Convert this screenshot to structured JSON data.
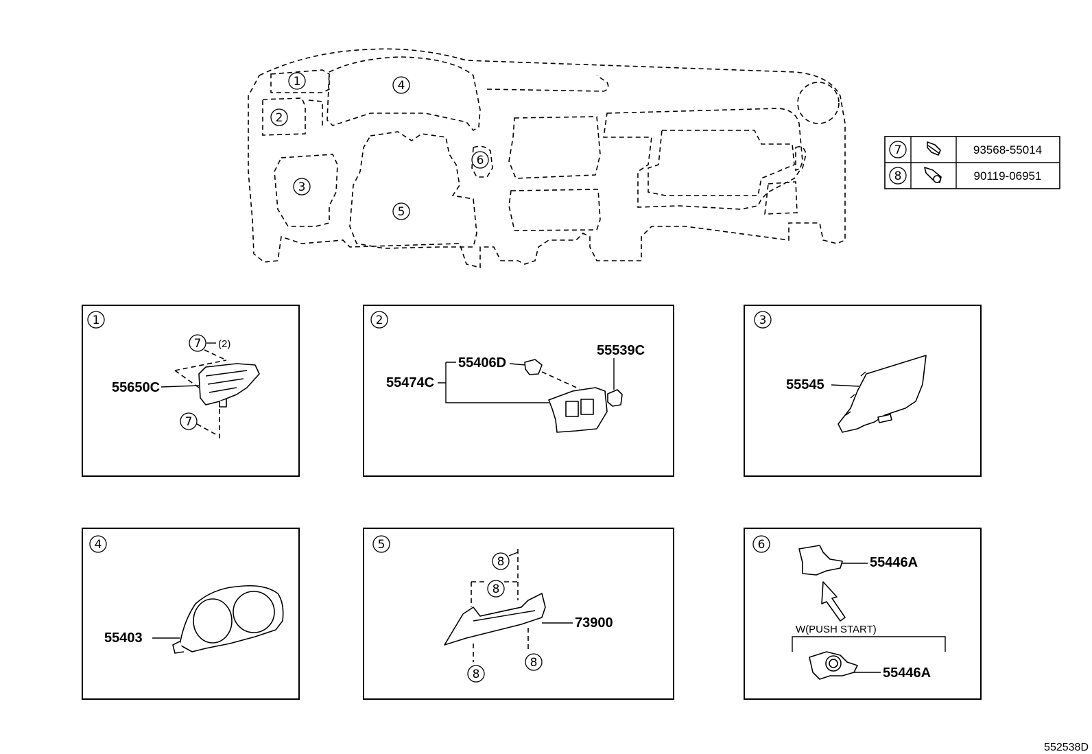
{
  "overview": {
    "region_markers": [
      "1",
      "2",
      "3",
      "4",
      "5",
      "6"
    ]
  },
  "fastener_table": {
    "rows": [
      {
        "key": "7",
        "icon": "screw-icon",
        "part_no": "93568-55014"
      },
      {
        "key": "8",
        "icon": "bolt-icon",
        "part_no": "90119-06951"
      }
    ]
  },
  "panels": {
    "p1": {
      "num": "1",
      "part": "55650C",
      "callout_a": "7",
      "qty_a": "(2)",
      "callout_b": "7"
    },
    "p2": {
      "num": "2",
      "part_a": "55406D",
      "part_b": "55539C",
      "part_c": "55474C"
    },
    "p3": {
      "num": "3",
      "part": "55545"
    },
    "p4": {
      "num": "4",
      "part": "55403"
    },
    "p5": {
      "num": "5",
      "part": "73900",
      "c1": "8",
      "c2": "8",
      "c3": "8",
      "c4": "8"
    },
    "p6": {
      "num": "6",
      "part_a": "55446A",
      "note": "W(PUSH START)",
      "part_b": "55446A"
    }
  },
  "diagram_id": "552538D"
}
